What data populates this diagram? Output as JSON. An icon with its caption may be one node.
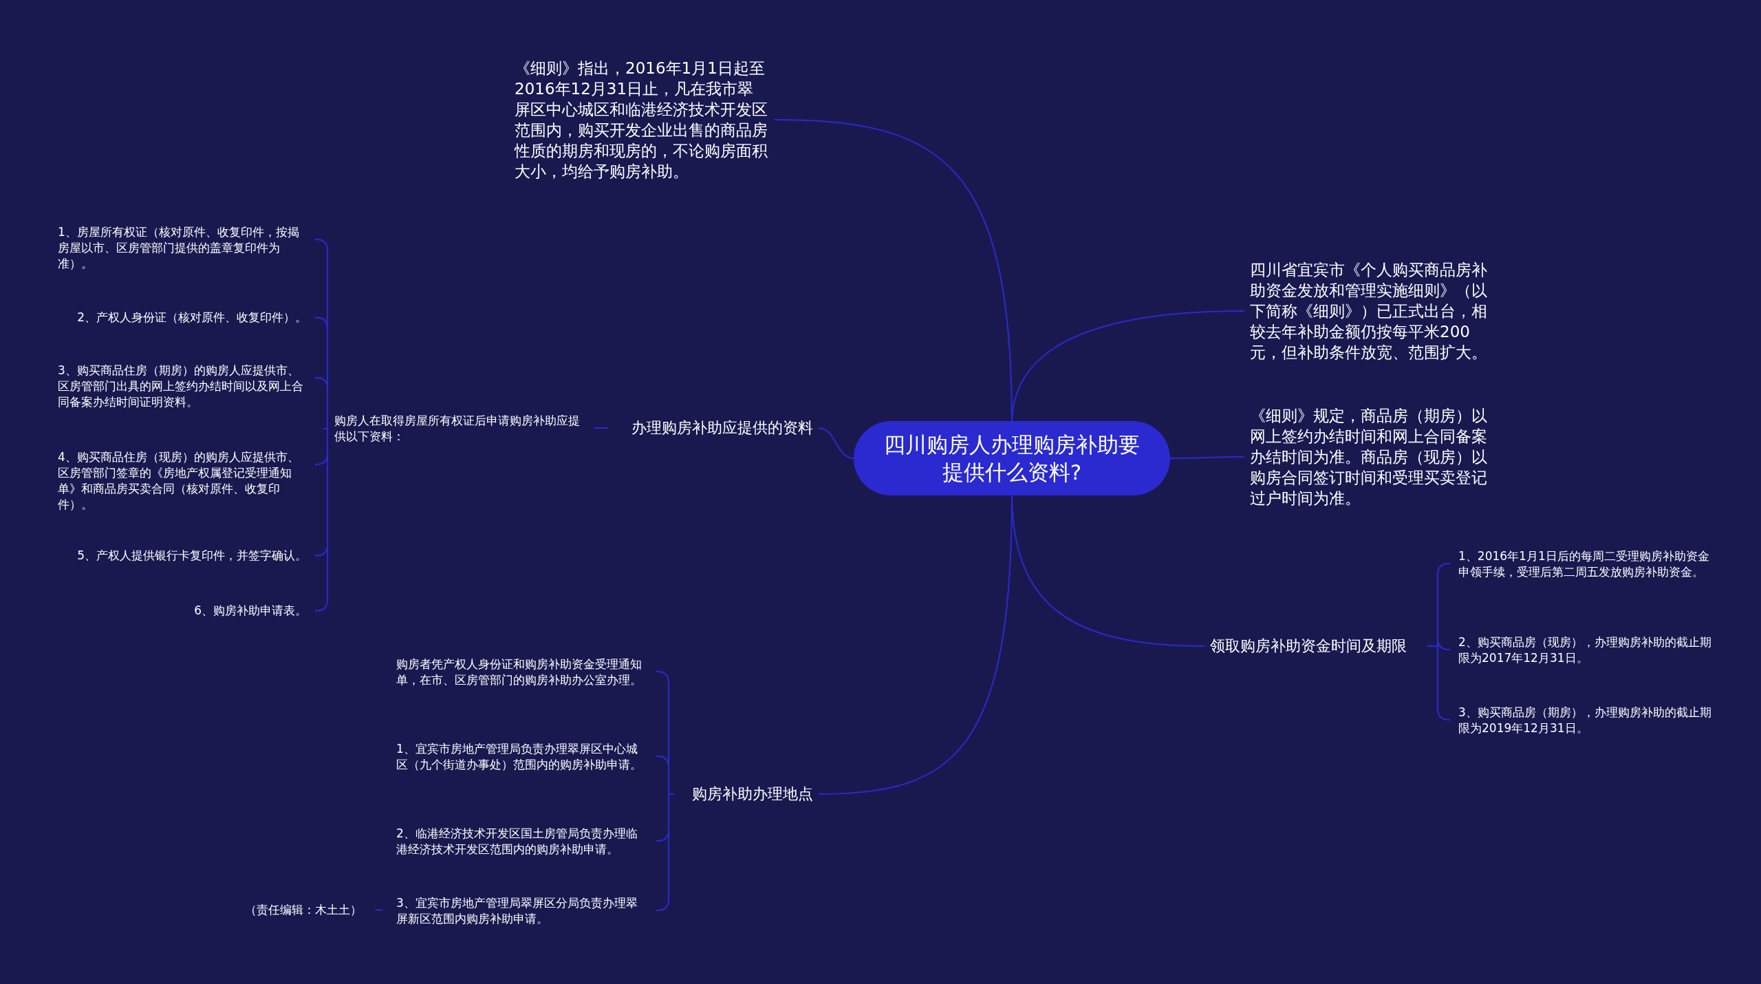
{
  "diagram": {
    "nodes": [
      {
        "text": [
          "四川购房人办理购房补助要提供什么资料?"
        ]
      },
      {
        "text": [
          "《细则》指出，2016年1月1日起至2016年12月31日止，凡在我市翠屏区中心城区和临港经济技术开发区范围内，购买开发企业出售的商品房性质的期房和现房的，不论购房面积大小，均给予购房补助。"
        ]
      },
      {
        "text": [
          "四川省宜宾市《个人购买商品房补助资金发放和管理实施细则》（以下简称《细则》）已正式出台，相较去年补助金额仍按每平米200元，但补助条件放宽、范围扩大。"
        ]
      },
      {
        "text": [
          "《细则》规定，商品房（期房）以网上签约办结时间和网上合同备案办结时间为准。商品房（现房）以购房合同签订时间和受理买卖登记过户时间为准。"
        ]
      },
      {
        "text": [
          "领取购房补助资金时间及期限"
        ]
      },
      {
        "text": [
          "1、2016年1月1日后的每周二受理购房补助资金申领手续，受理后第二周五发放购房补助资金。"
        ]
      },
      {
        "text": [
          "2、购买商品房（现房），办理购房补助的截止期限为2017年12月31日。"
        ]
      },
      {
        "text": [
          "3、购买商品房（期房），办理购房补助的截止期限为2019年12月31日。"
        ]
      },
      {
        "text": [
          "购房补助办理地点"
        ]
      },
      {
        "text": [
          "购房者凭产权人身份证和购房补助资金受理通知单，在市、区房管部门的购房补助办公室办理。"
        ]
      },
      {
        "text": [
          "1、宜宾市房地产管理局负责办理翠屏区中心城区（九个街道办事处）范围内的购房补助申请。"
        ]
      },
      {
        "text": [
          "2、临港经济技术开发区国土房管局负责办理临港经济技术开发区范围内的购房补助申请。"
        ]
      },
      {
        "text": [
          "3、宜宾市房地产管理局翠屏区分局负责办理翠屏新区范围内购房补助申请。"
        ]
      },
      {
        "text": [
          "（责任编辑：木土土）"
        ]
      },
      {
        "text": [
          "办理购房补助应提供的资料"
        ]
      },
      {
        "text": [
          "购房人在取得房屋所有权证后申请购房补助应提供以下资料："
        ]
      },
      {
        "text": [
          "1、房屋所有权证（核对原件、收复印件，按揭房屋以市、区房管部门提供的盖章复印件为准）。"
        ]
      },
      {
        "text": [
          "2、产权人身份证（核对原件、收复印件）。"
        ]
      },
      {
        "text": [
          "3、购买商品住房（期房）的购房人应提供市、区房管部门出具的网上签约办结时间以及网上合同备案办结时间证明资料。"
        ]
      },
      {
        "text": [
          "4、购买商品住房（现房）的购房人应提供市、区房管部门签章的《房地产权属登记受理通知单》和商品房买卖合同（核对原件、收复印件）。"
        ]
      },
      {
        "text": [
          "5、产权人提供银行卡复印件，并签字确认。"
        ]
      },
      {
        "text": [
          "6、购房补助申请表。"
        ]
      }
    ],
    "edges": [
      {
        "from": 0,
        "to": 1,
        "arrow": "none"
      },
      {
        "from": 0,
        "to": 2,
        "arrow": "none"
      },
      {
        "from": 0,
        "to": 3,
        "arrow": "none"
      },
      {
        "from": 0,
        "to": 4,
        "arrow": "none"
      },
      {
        "from": 4,
        "to": 5,
        "arrow": "none"
      },
      {
        "from": 4,
        "to": 6,
        "arrow": "none"
      },
      {
        "from": 4,
        "to": 7,
        "arrow": "none"
      },
      {
        "from": 0,
        "to": 8,
        "arrow": "none"
      },
      {
        "from": 8,
        "to": 9,
        "arrow": "none"
      },
      {
        "from": 8,
        "to": 10,
        "arrow": "none"
      },
      {
        "from": 8,
        "to": 11,
        "arrow": "none"
      },
      {
        "from": 8,
        "to": 12,
        "arrow": "none"
      },
      {
        "from": 12,
        "to": 13,
        "arrow": "none"
      },
      {
        "from": 0,
        "to": 14,
        "arrow": "none"
      },
      {
        "from": 14,
        "to": 15,
        "arrow": "none"
      },
      {
        "from": 15,
        "to": 16,
        "arrow": "none"
      },
      {
        "from": 15,
        "to": 17,
        "arrow": "none"
      },
      {
        "from": 15,
        "to": 18,
        "arrow": "none"
      },
      {
        "from": 15,
        "to": 19,
        "arrow": "none"
      },
      {
        "from": 15,
        "to": 20,
        "arrow": "none"
      },
      {
        "from": 15,
        "to": 21,
        "arrow": "none"
      }
    ]
  }
}
